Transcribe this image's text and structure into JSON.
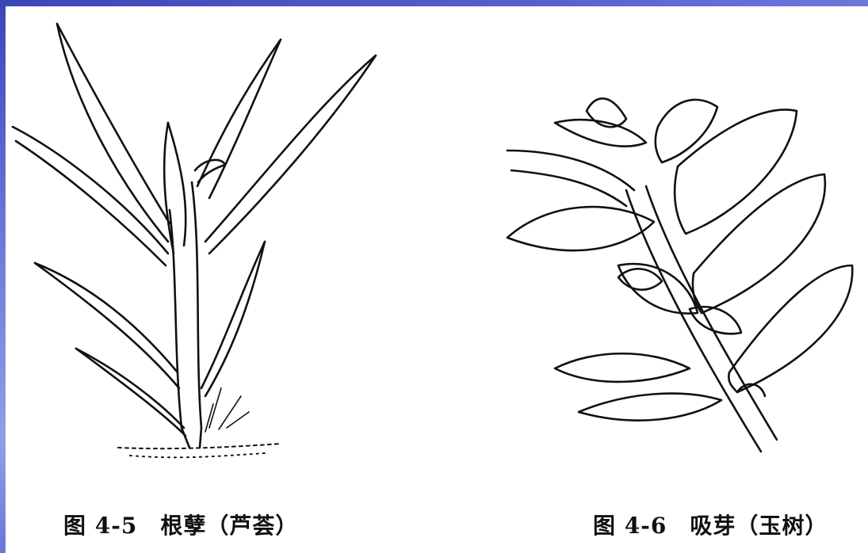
{
  "slide": {
    "accent_color": "#3b46b8"
  },
  "figures": [
    {
      "caption": "图 4-5　根孽（芦荟）",
      "icon": "aloe-plant-drawing"
    },
    {
      "caption": "图 4-6　吸芽（玉树）",
      "icon": "jade-plant-drawing"
    }
  ]
}
